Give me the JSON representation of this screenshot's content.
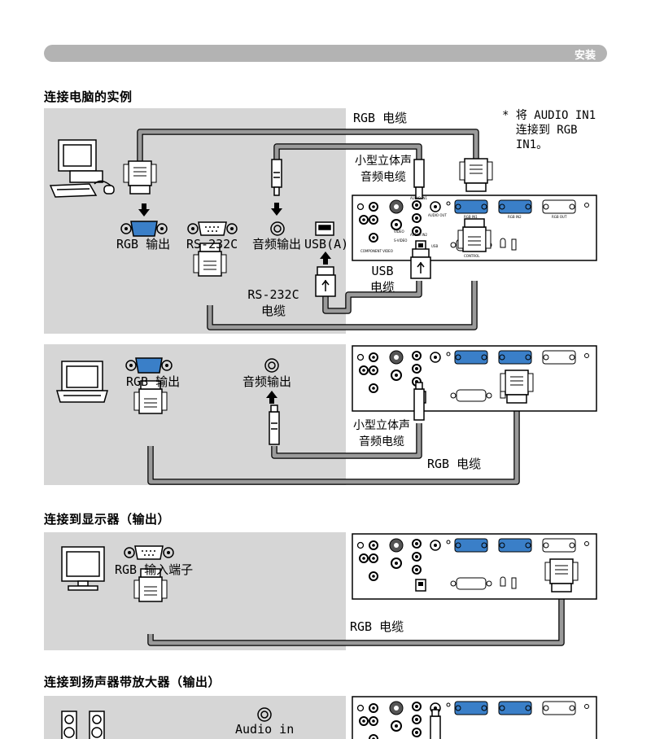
{
  "header": {
    "label": "安装"
  },
  "sections": [
    {
      "title": "连接电脑的实例"
    },
    {
      "title": "连接到显示器（输出）"
    },
    {
      "title": "连接到扬声器带放大器（输出）"
    }
  ],
  "diagram1": {
    "rgb_cable": "RGB 电缆",
    "note": "* 将 AUDIO IN1\n  连接到 RGB\n  IN1。",
    "stereo_cable": "小型立体声\n音频电缆",
    "rgb_out": "RGB 输出",
    "rs232c": "RS-232C",
    "audio_out": "音频输出",
    "usb_a": "USB(A)",
    "usb_cable": "USB\n电缆",
    "rs232c_cable": "RS-232C\n电缆"
  },
  "diagram2": {
    "rgb_out": "RGB 输出",
    "audio_out": "音频输出",
    "stereo_cable": "小型立体声\n音频电缆",
    "rgb_cable": "RGB 电缆"
  },
  "diagram3": {
    "rgb_in": "RGB 输入端子",
    "rgb_cable": "RGB 电缆"
  },
  "diagram4": {
    "audio_in": "Audio in"
  },
  "projector_panel": {
    "component_video": "COMPONENT VIDEO",
    "audio_in1": "AUDIO IN1",
    "audio_in2": "AUDIO IN2",
    "audio_out": "AUDIO OUT",
    "video": "VIDEO",
    "s_video": "S-VIDEO",
    "usb": "USB",
    "control": "CONTROL",
    "rgb_in1": "RGB IN1",
    "rgb_in2": "RGB IN2",
    "rgb_out": "RGB OUT"
  }
}
